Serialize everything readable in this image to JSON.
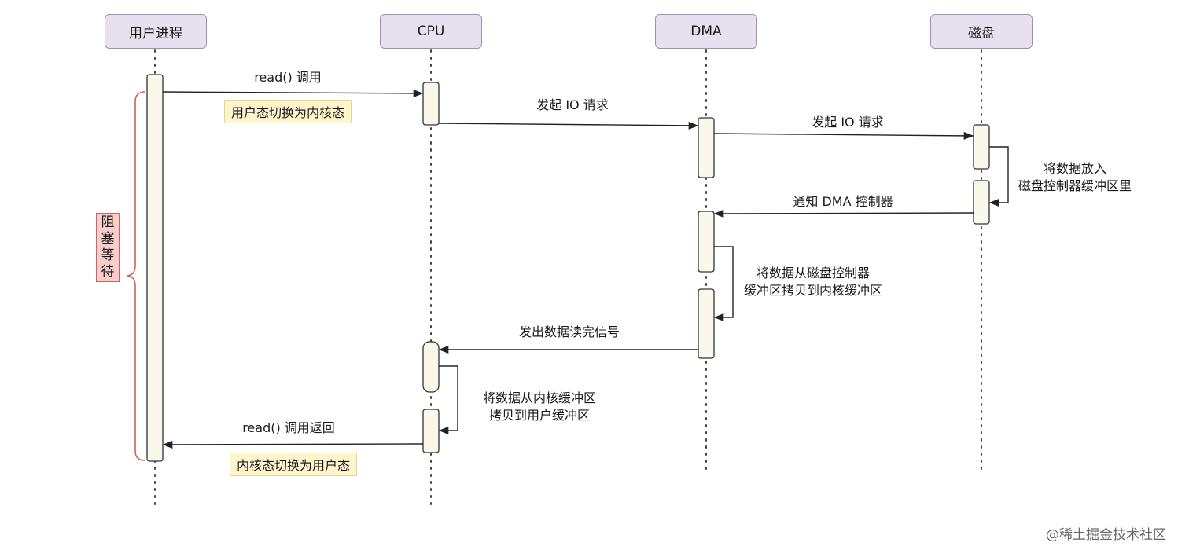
{
  "actors": [
    "用户进程",
    "CPU",
    "DMA",
    "磁盘"
  ],
  "messages": {
    "read_call": "read() 调用",
    "io_request_cpu": "发起 IO 请求",
    "io_request_dma": "发起 IO 请求",
    "notify_dma": "通知 DMA 控制器",
    "read_done_signal": "发出数据读完信号",
    "read_return": "read() 调用返回"
  },
  "notes": {
    "user_to_kernel": "用户态切换为内核态",
    "kernel_to_user": "内核态切换为用户态",
    "disk_buffer": [
      "将数据放入",
      "磁盘控制器缓冲区里"
    ],
    "dma_copy": [
      "将数据从磁盘控制器",
      "缓冲区拷贝到内核缓冲区"
    ],
    "cpu_copy": [
      "将数据从内核缓冲区",
      "拷贝到用户缓冲区"
    ]
  },
  "blocking": [
    "阻",
    "塞",
    "等",
    "待"
  ],
  "watermark": "@稀土掘金技术社区",
  "colors": {
    "actor_fill": "#e6e0ef",
    "actor_border": "#9e8fb8",
    "activation_fill": "#f9f8ea",
    "note_fill": "#fff5cc",
    "block_fill": "#f8cecc",
    "brace": "#c9645f"
  }
}
